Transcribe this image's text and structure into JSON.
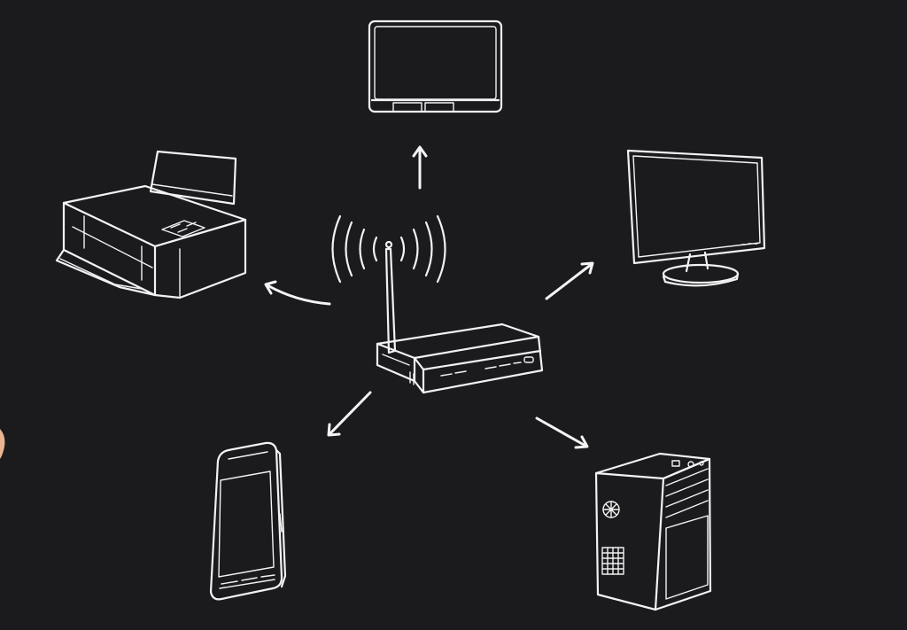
{
  "diagram": {
    "hub": {
      "icon": "wifi-router-icon"
    },
    "devices": [
      {
        "id": "tablet",
        "icon": "tablet-icon"
      },
      {
        "id": "printer",
        "icon": "printer-icon"
      },
      {
        "id": "monitor",
        "icon": "monitor-icon"
      },
      {
        "id": "smartphone",
        "icon": "smartphone-icon"
      },
      {
        "id": "desktop-tower",
        "icon": "desktop-tower-icon"
      }
    ],
    "connections": [
      {
        "from": "router",
        "to": "tablet"
      },
      {
        "from": "router",
        "to": "printer"
      },
      {
        "from": "router",
        "to": "monitor"
      },
      {
        "from": "router",
        "to": "smartphone"
      },
      {
        "from": "router",
        "to": "desktop-tower"
      }
    ]
  },
  "colors": {
    "background": "#1b1b1e",
    "line": "#f2f2f2"
  }
}
